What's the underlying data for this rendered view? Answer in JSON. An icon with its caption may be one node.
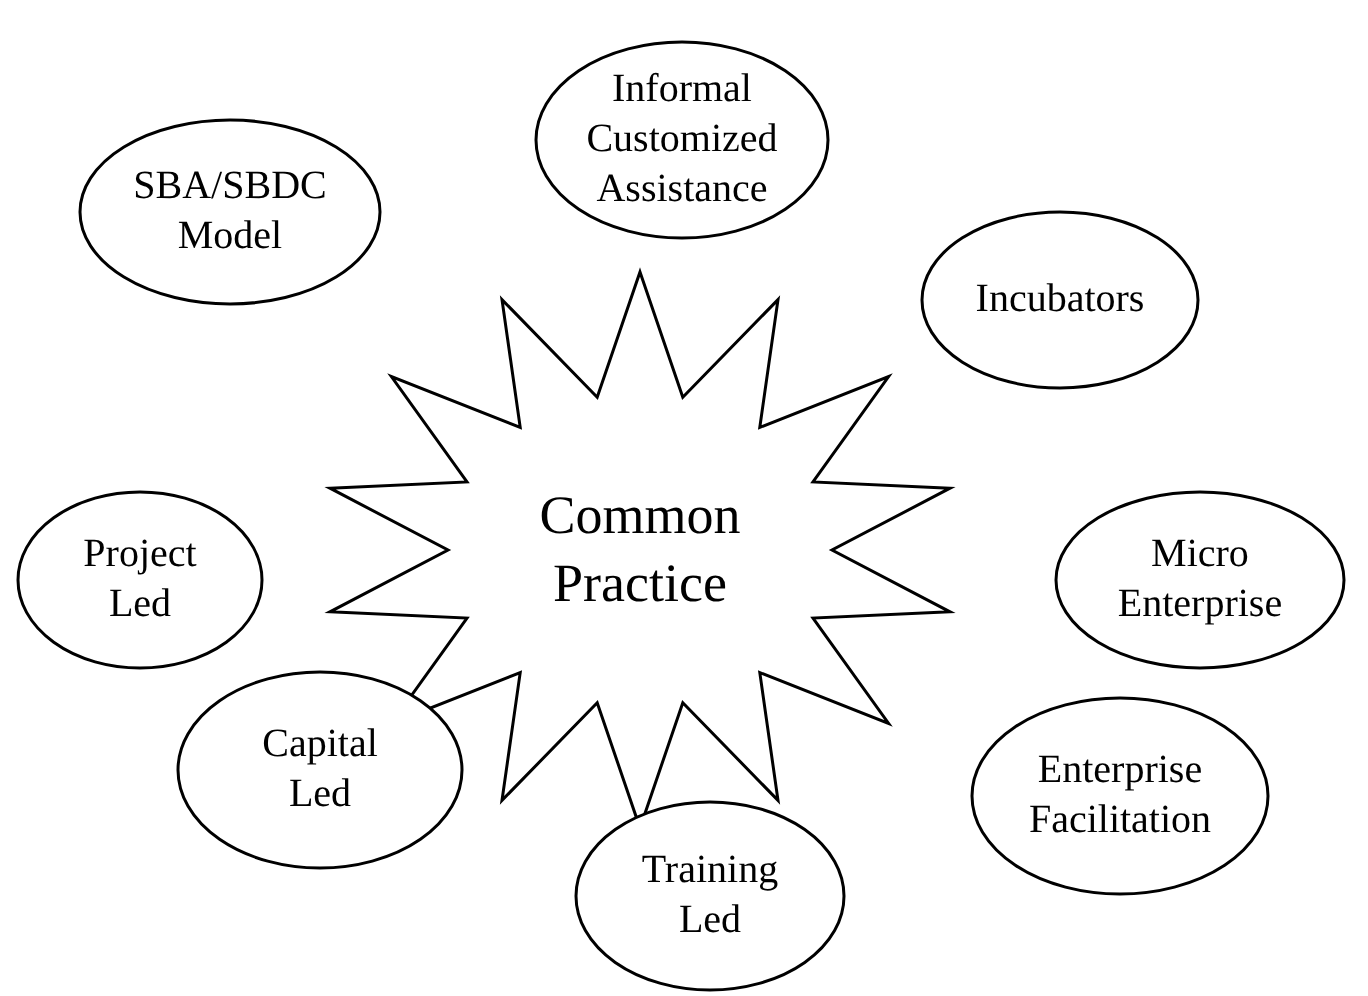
{
  "diagram": {
    "nodes": [
      {
        "text": [
          "Common Practice"
        ]
      },
      {
        "text": [
          "Informal Customized Assistance"
        ]
      },
      {
        "text": [
          "SBA/SBDC Model"
        ]
      },
      {
        "text": [
          "Incubators"
        ]
      },
      {
        "text": [
          "Project Led"
        ]
      },
      {
        "text": [
          "Micro Enterprise"
        ]
      },
      {
        "text": [
          "Capital Led"
        ]
      },
      {
        "text": [
          "Enterprise Facilitation"
        ]
      },
      {
        "text": [
          "Training Led"
        ]
      }
    ]
  }
}
